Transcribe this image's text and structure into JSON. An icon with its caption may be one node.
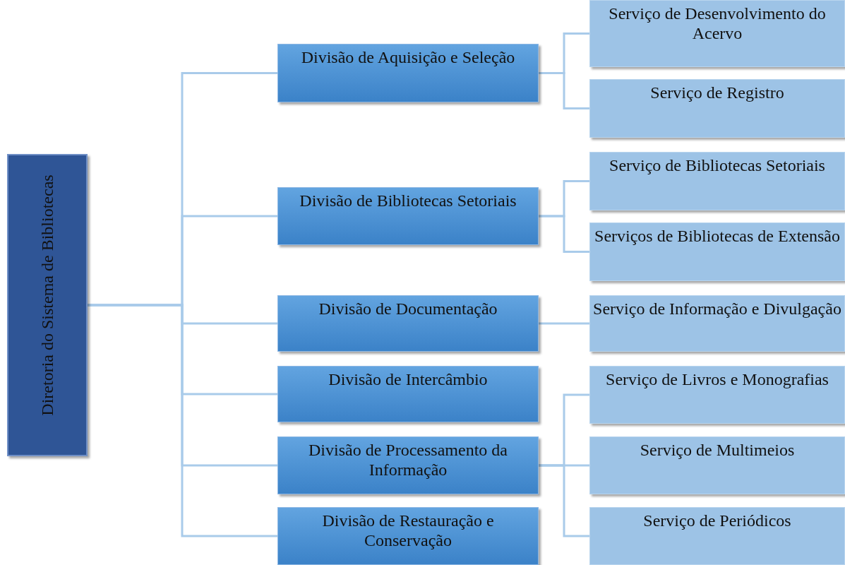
{
  "diagram": {
    "nodes": [
      {
        "text": [
          "Diretoria do Sistema de Bibliotecas"
        ]
      },
      {
        "text": [
          "Divisão de Aquisição e Seleção"
        ]
      },
      {
        "text": [
          "Divisão de Bibliotecas Setoriais"
        ]
      },
      {
        "text": [
          "Divisão de Documentação"
        ]
      },
      {
        "text": [
          "Divisão de Intercâmbio"
        ]
      },
      {
        "text": [
          "Divisão de Processamento da Informação"
        ]
      },
      {
        "text": [
          "Divisão de Restauração e Conservação"
        ]
      },
      {
        "text": [
          "Serviço de Desenvolvimento do Acervo"
        ]
      },
      {
        "text": [
          "Serviço de Registro"
        ]
      },
      {
        "text": [
          "Serviço de Bibliotecas Setoriais"
        ]
      },
      {
        "text": [
          "Serviços de Bibliotecas de Extensão"
        ]
      },
      {
        "text": [
          "Serviço de Informação e Divulgação"
        ]
      },
      {
        "text": [
          "Serviço de Livros e Monografias"
        ]
      },
      {
        "text": [
          "Serviço de Multimeios"
        ]
      },
      {
        "text": [
          "Serviço de Periódicos"
        ]
      }
    ],
    "edges": [
      {
        "from": 0,
        "to": 1,
        "arrow": "none"
      },
      {
        "from": 0,
        "to": 2,
        "arrow": "none"
      },
      {
        "from": 0,
        "to": 3,
        "arrow": "none"
      },
      {
        "from": 0,
        "to": 4,
        "arrow": "none"
      },
      {
        "from": 0,
        "to": 5,
        "arrow": "none"
      },
      {
        "from": 0,
        "to": 6,
        "arrow": "none"
      },
      {
        "from": 1,
        "to": 7,
        "arrow": "none"
      },
      {
        "from": 1,
        "to": 8,
        "arrow": "none"
      },
      {
        "from": 2,
        "to": 9,
        "arrow": "none"
      },
      {
        "from": 2,
        "to": 10,
        "arrow": "none"
      },
      {
        "from": 3,
        "to": 11,
        "arrow": "none"
      },
      {
        "from": 5,
        "to": 12,
        "arrow": "none"
      },
      {
        "from": 5,
        "to": 13,
        "arrow": "none"
      },
      {
        "from": 5,
        "to": 14,
        "arrow": "none"
      }
    ]
  }
}
